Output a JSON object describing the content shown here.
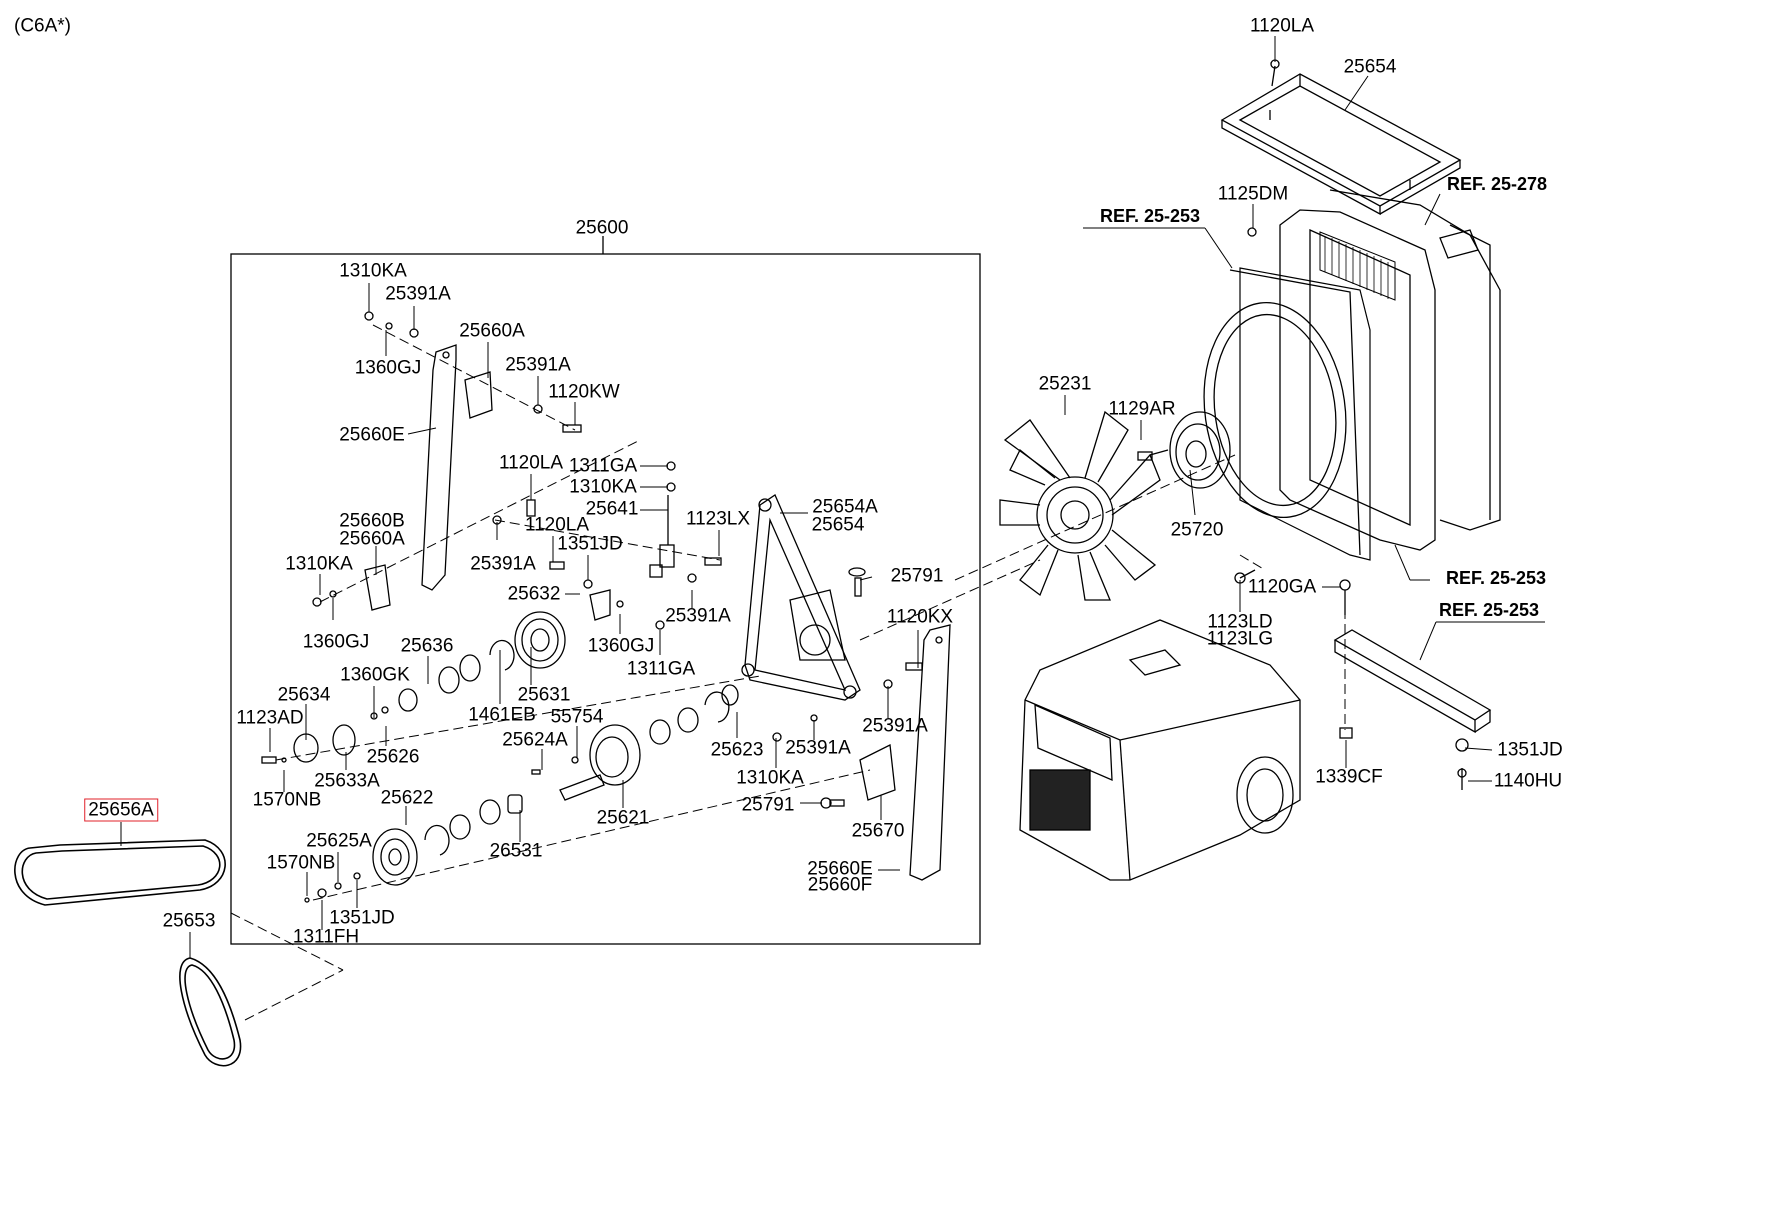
{
  "model_code": "(C6A*)",
  "callouts": [
    {
      "id": "p1120LA_top",
      "text": "1120LA"
    },
    {
      "id": "p25654_top",
      "text": "25654"
    },
    {
      "id": "ref25278",
      "text": "REF. 25-278"
    },
    {
      "id": "p1125DM",
      "text": "1125DM"
    },
    {
      "id": "ref25253_a",
      "text": "REF. 25-253"
    },
    {
      "id": "p25600",
      "text": "25600"
    },
    {
      "id": "p1310KA_1",
      "text": "1310KA"
    },
    {
      "id": "p25391A_1",
      "text": "25391A"
    },
    {
      "id": "p25660A_1",
      "text": "25660A"
    },
    {
      "id": "p1360GJ_1",
      "text": "1360GJ"
    },
    {
      "id": "p25391A_2",
      "text": "25391A"
    },
    {
      "id": "p1120KW",
      "text": "1120KW"
    },
    {
      "id": "p25660E",
      "text": "25660E"
    },
    {
      "id": "p25231",
      "text": "25231"
    },
    {
      "id": "p1129AR",
      "text": "1129AR"
    },
    {
      "id": "p1120LA_mid",
      "text": "1120LA"
    },
    {
      "id": "p1311GA_1",
      "text": "1311GA"
    },
    {
      "id": "p1310KA_2",
      "text": "1310KA"
    },
    {
      "id": "p25641",
      "text": "25641"
    },
    {
      "id": "p25660B",
      "text": "25660B"
    },
    {
      "id": "p25660A_2",
      "text": "25660A"
    },
    {
      "id": "p1120LA_2",
      "text": "1120LA"
    },
    {
      "id": "p1123LX",
      "text": "1123LX"
    },
    {
      "id": "p25654A",
      "text": "25654A"
    },
    {
      "id": "p25654_mid",
      "text": "25654"
    },
    {
      "id": "p1351JD_1",
      "text": "1351JD"
    },
    {
      "id": "p25720",
      "text": "25720"
    },
    {
      "id": "p1310KA_3",
      "text": "1310KA"
    },
    {
      "id": "p25391A_3",
      "text": "25391A"
    },
    {
      "id": "p25791_1",
      "text": "25791"
    },
    {
      "id": "ref25253_b",
      "text": "REF. 25-253"
    },
    {
      "id": "p25632",
      "text": "25632"
    },
    {
      "id": "p1120GA",
      "text": "1120GA"
    },
    {
      "id": "p1360GJ_2",
      "text": "1360GJ"
    },
    {
      "id": "p25391A_4",
      "text": "25391A"
    },
    {
      "id": "ref25253_c",
      "text": "REF. 25-253"
    },
    {
      "id": "p25636",
      "text": "25636"
    },
    {
      "id": "p1120KX",
      "text": "1120KX"
    },
    {
      "id": "p1123LD",
      "text": "1123LD"
    },
    {
      "id": "p1123LG",
      "text": "1123LG"
    },
    {
      "id": "p1360GJ_3",
      "text": "1360GJ"
    },
    {
      "id": "p1311GA_2",
      "text": "1311GA"
    },
    {
      "id": "p1360GK",
      "text": "1360GK"
    },
    {
      "id": "p25634",
      "text": "25634"
    },
    {
      "id": "p1123AD",
      "text": "1123AD"
    },
    {
      "id": "p1461EB",
      "text": "1461EB"
    },
    {
      "id": "p25631",
      "text": "25631"
    },
    {
      "id": "p55754",
      "text": "55754"
    },
    {
      "id": "p25391A_5",
      "text": "25391A"
    },
    {
      "id": "p25624A",
      "text": "25624A"
    },
    {
      "id": "p25626",
      "text": "25626"
    },
    {
      "id": "p25623",
      "text": "25623"
    },
    {
      "id": "p25391A_6",
      "text": "25391A"
    },
    {
      "id": "p1351JD_2",
      "text": "1351JD"
    },
    {
      "id": "p25633A",
      "text": "25633A"
    },
    {
      "id": "p1310KA_4",
      "text": "1310KA"
    },
    {
      "id": "p1339CF",
      "text": "1339CF"
    },
    {
      "id": "p1140HU",
      "text": "1140HU"
    },
    {
      "id": "p1570NB_1",
      "text": "1570NB"
    },
    {
      "id": "p25622",
      "text": "25622"
    },
    {
      "id": "p25791_2",
      "text": "25791"
    },
    {
      "id": "p25656A",
      "text": "25656A"
    },
    {
      "id": "p25621",
      "text": "25621"
    },
    {
      "id": "p25670",
      "text": "25670"
    },
    {
      "id": "p25625A",
      "text": "25625A"
    },
    {
      "id": "p26531",
      "text": "26531"
    },
    {
      "id": "p1570NB_2",
      "text": "1570NB"
    },
    {
      "id": "p25660E_2",
      "text": "25660E"
    },
    {
      "id": "p25660F",
      "text": "25660F"
    },
    {
      "id": "p1351JD_3",
      "text": "1351JD"
    },
    {
      "id": "p1311FH",
      "text": "1311FH"
    },
    {
      "id": "p25653",
      "text": "25653"
    }
  ]
}
